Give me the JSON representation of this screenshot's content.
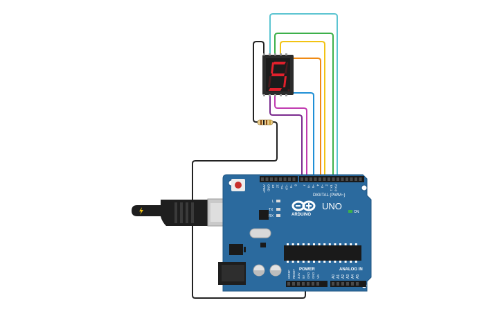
{
  "display": {
    "digit": "5"
  },
  "board": {
    "brand": "ARDUINO",
    "model": "UNO",
    "on_label": "ON",
    "l_label": "L",
    "tx_label": "TX",
    "rx_label": "RX",
    "digital_header": "DIGITAL (PWM~)",
    "power_header": "POWER",
    "analog_header": "ANALOG IN",
    "digital_pins": [
      "AREF",
      "GND",
      "13",
      "12",
      "~11",
      "~10",
      "~9",
      "8",
      "7",
      "~6",
      "~5",
      "4",
      "~3",
      "2",
      "TX 1",
      "RX 0"
    ],
    "power_pins": [
      "IOREF",
      "RESET",
      "3.3V",
      "5V",
      "GND",
      "GND",
      "Vin"
    ],
    "analog_pins": [
      "A0",
      "A1",
      "A2",
      "A3",
      "A4",
      "A5"
    ]
  },
  "colors": {
    "board": "#2b6a9e",
    "board_dark": "#1f5582",
    "display_body": "#2b2b2b",
    "segment_on": "#e0202c",
    "segment_off": "#4a1a1e",
    "wire_black": "#222222",
    "wire_cyan": "#5bc4d1",
    "wire_green": "#3cb04a",
    "wire_yellow": "#f2c314",
    "wire_orange": "#ef8a14",
    "wire_blue": "#1f8fd6",
    "wire_purple": "#7a2a8e",
    "wire_magenta": "#c03ab0",
    "usb_plug": "#1e1e1e",
    "usb_metal": "#c9c9c9"
  }
}
